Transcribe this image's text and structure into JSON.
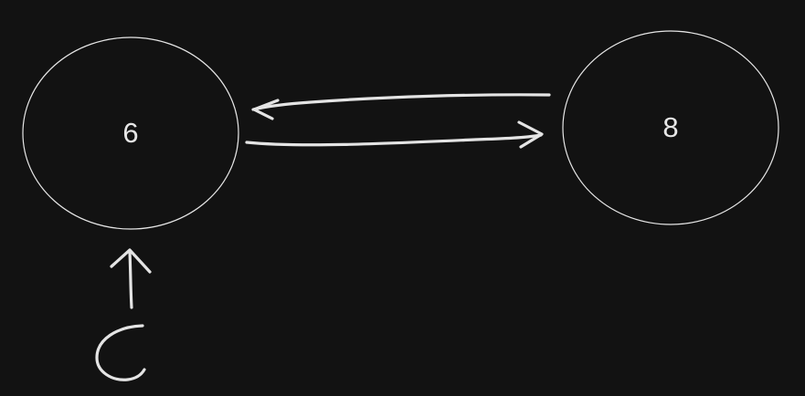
{
  "diagram": {
    "nodes": [
      {
        "id": "left",
        "label": "6"
      },
      {
        "id": "right",
        "label": "8"
      }
    ],
    "edges": [
      {
        "from": "right",
        "to": "left"
      },
      {
        "from": "left",
        "to": "right"
      },
      {
        "from": "c-mark",
        "to": "left"
      }
    ],
    "start_mark": "C"
  },
  "colors": {
    "background": "#121212",
    "stroke": "#e6e6e6"
  }
}
